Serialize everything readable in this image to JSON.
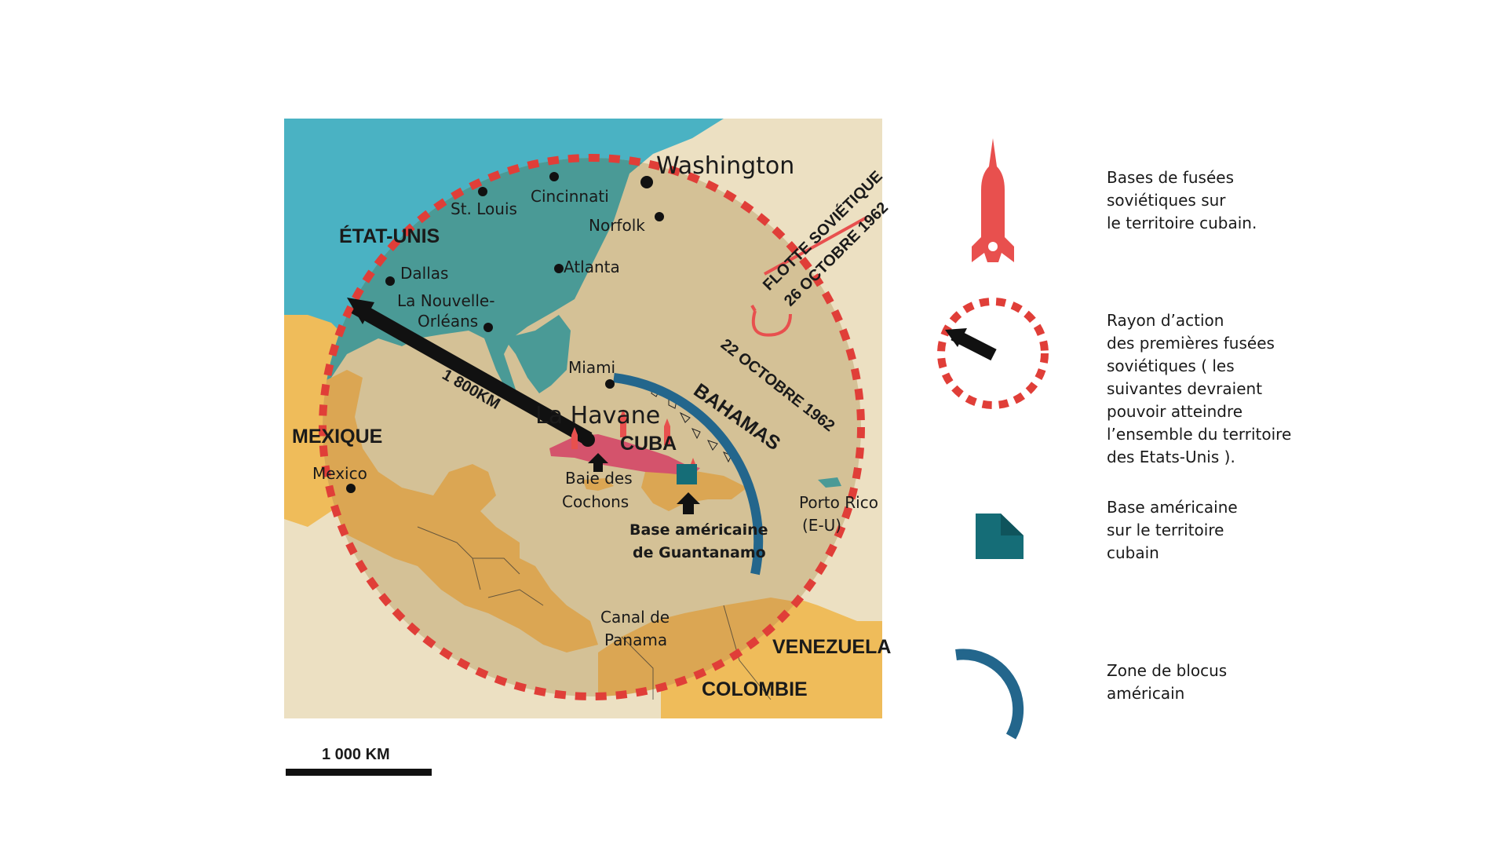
{
  "colors": {
    "ocean": "#d4c196",
    "land_light": "#ece0c2",
    "usa": "#4ab2c3",
    "usa_in_range": "#4a9a96",
    "mexico_central_america": "#dba653",
    "mexico_outer": "#efbc5a",
    "cuba": "#d4536c",
    "missile_red": "#e8504e",
    "range_dash": "#e03e38",
    "blockade_blue": "#23668c",
    "us_base_teal": "#156d77",
    "arrow": "#111111"
  },
  "map": {
    "cities": [
      {
        "name": "Washington",
        "size": "large"
      },
      {
        "name": "Cincinnati"
      },
      {
        "name": "St. Louis"
      },
      {
        "name": "Norfolk"
      },
      {
        "name": "Dallas"
      },
      {
        "name": "Atlanta"
      },
      {
        "name": "La Nouvelle-"
      },
      {
        "name": "Orléans"
      },
      {
        "name": "Miami"
      },
      {
        "name": "La Havane",
        "size": "large"
      },
      {
        "name": "Mexico"
      }
    ],
    "countries": {
      "usa": "ÉTAT-UNIS",
      "mexico": "MEXIQUE",
      "cuba": "CUBA",
      "bahamas": "BAHAMAS",
      "venezuela": "VENEZUELA",
      "colombia": "COLOMBIE"
    },
    "places": {
      "bay_of_pigs_1": "Baie des",
      "bay_of_pigs_2": "Cochons",
      "guantanamo_1": "Base américaine",
      "guantanamo_2": "de Guantanamo",
      "panama_1": "Canal de",
      "panama_2": "Panama",
      "puerto_rico_1": "Porto Rico",
      "puerto_rico_2": "(E-U)"
    },
    "annotations": {
      "range_distance": "1 800KM",
      "blockade_date": "22 OCTOBRE 1962",
      "fleet_line1": "FLOTTE SOVIÉTIQUE",
      "fleet_line2": "26 OCTOBRE 1962"
    },
    "scale": {
      "label": "1 000 KM"
    }
  },
  "legend": {
    "items": [
      {
        "icon": "missile-icon",
        "text": "Bases de fusées\nsoviétiques sur\nle territoire cubain."
      },
      {
        "icon": "range-circle-icon",
        "text": "Rayon d’action\ndes premières fusées\nsoviétiques ( les\nsuivantes devraient\npouvoir atteindre\nl’ensemble du territoire\ndes Etats-Unis )."
      },
      {
        "icon": "us-base-icon",
        "text": "Base américaine\nsur le territoire\ncubain"
      },
      {
        "icon": "blockade-arc-icon",
        "text": "Zone de blocus\naméricain"
      }
    ]
  }
}
